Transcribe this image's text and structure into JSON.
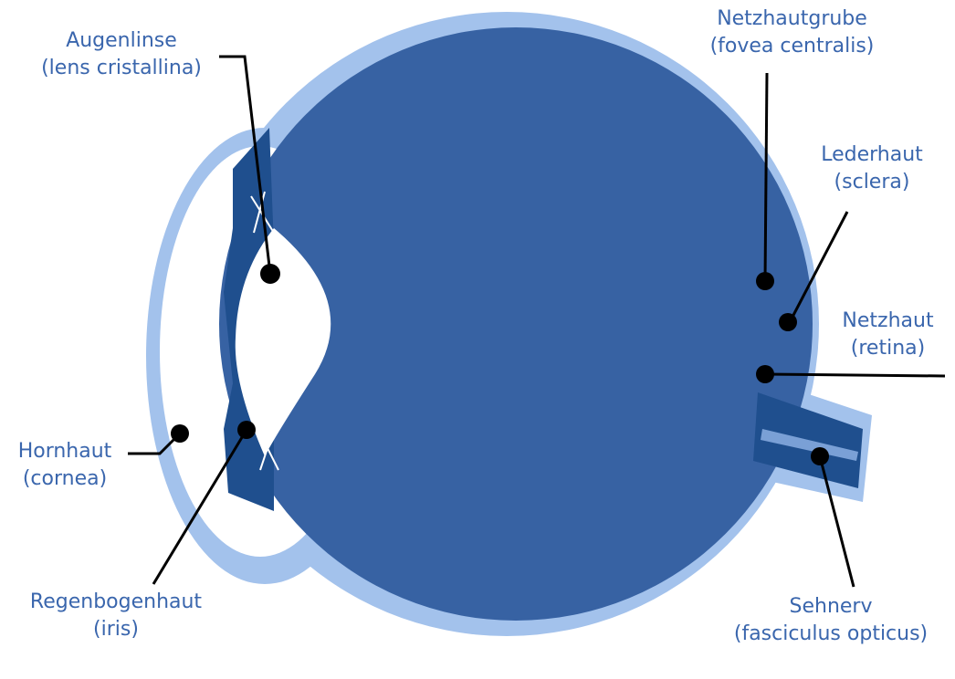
{
  "colors": {
    "background": "#ffffff",
    "sclera_outer": "#a3c2ec",
    "eye_body": "#3762a3",
    "iris_ring": "#1f4f8e",
    "lens": "#ffffff",
    "leader_line": "#000000",
    "label_text": "#3a66ad"
  },
  "labels": {
    "augenlinse": {
      "line1": "Augenlinse",
      "line2": "(lens cristallina)"
    },
    "netzhautgrube": {
      "line1": "Netzhautgrube",
      "line2": "(fovea centralis)"
    },
    "lederhaut": {
      "line1": "Lederhaut",
      "line2": "(sclera)"
    },
    "netzhaut": {
      "line1": "Netzhaut",
      "line2": "(retina)"
    },
    "hornhaut": {
      "line1": "Hornhaut",
      "line2": "(cornea)"
    },
    "regenbogenhaut": {
      "line1": "Regenbogenhaut",
      "line2": "(iris)"
    },
    "sehnerv": {
      "line1": "Sehnerv",
      "line2": "(fasciculus opticus)"
    }
  }
}
